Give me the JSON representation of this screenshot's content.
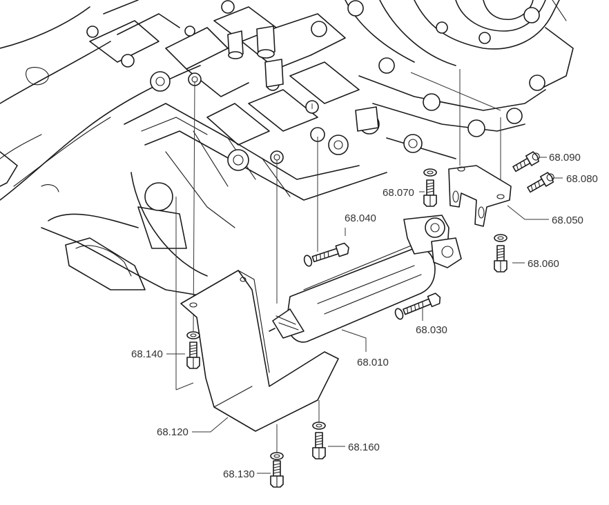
{
  "callouts": [
    {
      "id": "p68090",
      "text": "68.090"
    },
    {
      "id": "p68080",
      "text": "68.080"
    },
    {
      "id": "p68070",
      "text": "68.070"
    },
    {
      "id": "p68050",
      "text": "68.050"
    },
    {
      "id": "p68040",
      "text": "68.040"
    },
    {
      "id": "p68060",
      "text": "68.060"
    },
    {
      "id": "p68030",
      "text": "68.030"
    },
    {
      "id": "p68010",
      "text": "68.010"
    },
    {
      "id": "p68140",
      "text": "68.140"
    },
    {
      "id": "p68120",
      "text": "68.120"
    },
    {
      "id": "p68160",
      "text": "68.160"
    },
    {
      "id": "p68130",
      "text": "68.130"
    }
  ]
}
